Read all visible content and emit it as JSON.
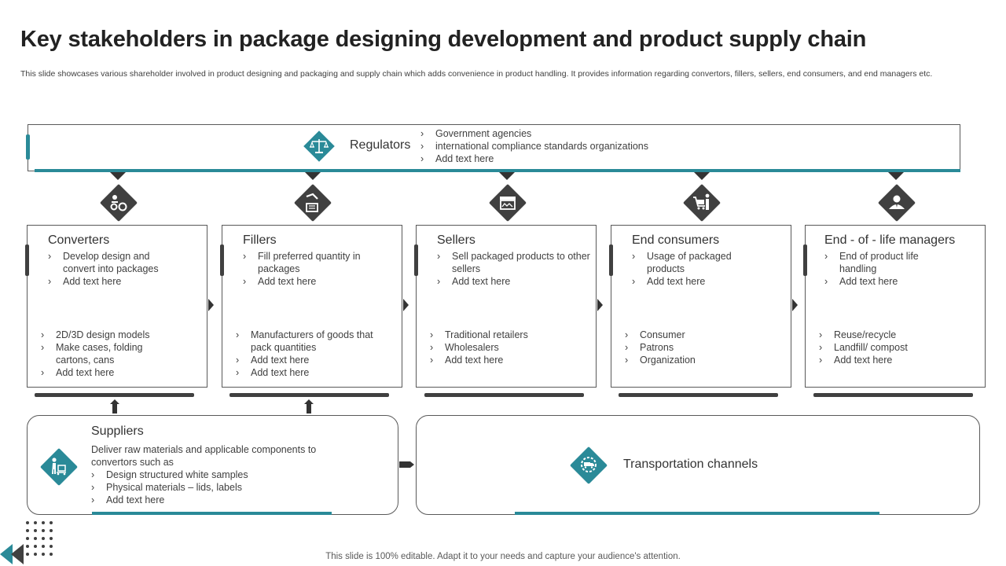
{
  "title": "Key stakeholders in package designing development and product supply chain",
  "subtitle": "This slide showcases various shareholder involved in product designing and packaging and supply chain which adds convenience in product handling. It provides information regarding convertors, fillers, sellers, end consumers, and end managers etc.",
  "regulators": {
    "label": "Regulators",
    "icon": "scales-icon",
    "items": [
      "Government  agencies",
      "international  compliance  standards organizations",
      "Add text here"
    ]
  },
  "stakeholders": [
    {
      "title": "Converters",
      "icon": "gears-people-icon",
      "top": [
        "Develop  design  and convert  into packages",
        "Add text here"
      ],
      "bottom": [
        "2D/3D design models",
        "Make cases, folding cartons, cans",
        "Add text here"
      ]
    },
    {
      "title": "Fillers",
      "icon": "robot-arm-icon",
      "top": [
        "Fill  preferred  quantity in packages",
        "Add text here"
      ],
      "bottom": [
        "Manufacturers of goods that pack quantities",
        "Add text here",
        "Add text here"
      ]
    },
    {
      "title": "Sellers",
      "icon": "shop-icon",
      "top": [
        "Sell packaged products to other sellers",
        "Add text here"
      ],
      "bottom": [
        "Traditional  retailers",
        "Wholesalers",
        "Add text here"
      ]
    },
    {
      "title": "End consumers",
      "icon": "shopping-cart-person-icon",
      "top": [
        "Usage  of packaged products",
        "Add text here"
      ],
      "bottom": [
        "Consumer",
        "Patrons",
        "Organization"
      ]
    },
    {
      "title": "End - of - life managers",
      "icon": "manager-icon",
      "top": [
        "End of product life handling",
        "Add text here"
      ],
      "bottom": [
        "Reuse/recycle",
        "Landfill/ compost",
        "Add text here"
      ]
    }
  ],
  "suppliers": {
    "title": "Suppliers",
    "icon": "delivery-person-icon",
    "description": "Deliver raw materials and applicable components to convertors  such as",
    "items": [
      "Design structured white samples",
      "Physical materials – lids, labels",
      "Add text here"
    ]
  },
  "transportation": {
    "label": "Transportation channels",
    "icon": "truck-gear-icon"
  },
  "footer": "This slide is 100% editable. Adapt it to your needs and capture your audience's attention.",
  "colors": {
    "teal": "#2a8a98",
    "dark": "#404040",
    "border": "#595959"
  }
}
